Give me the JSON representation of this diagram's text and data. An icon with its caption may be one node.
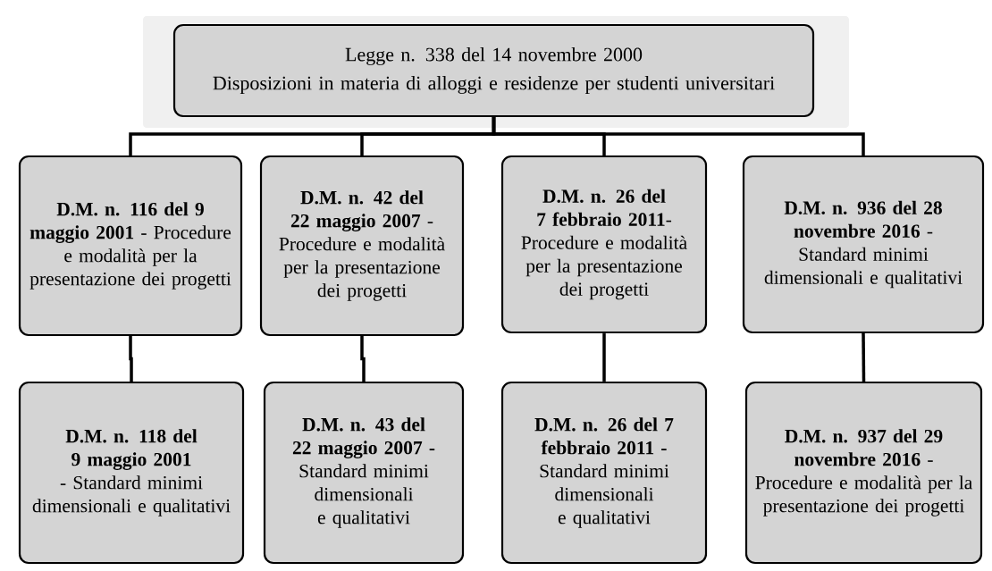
{
  "diagram": {
    "nodes": [
      {
        "text": [
          "Legge n. 338 del 14 novembre 2000",
          "Disposizioni in materia di alloggi e residenze per studenti universitari"
        ]
      },
      {
        "text": [
          "**D.M. n. 116 del 9 maggio 2001** - Procedure e modalità per la presentazione dei progetti"
        ]
      },
      {
        "text": [
          "**D.M. n. 42 del 22 maggio 2007** - Procedure e modalità per la presentazione dei progetti"
        ]
      },
      {
        "text": [
          "**D.M. n. 26 del 7 febbraio 2011**- Procedure e modalità per la presentazione dei progetti"
        ]
      },
      {
        "text": [
          "**D.M. n. 936 del 28 novembre 2016** - Standard minimi dimensionali e qualitativi"
        ]
      },
      {
        "text": [
          "**D.M. n. 118 del 9 maggio 2001** - Standard minimi dimensionali e qualitativi"
        ]
      },
      {
        "text": [
          "**D.M. n. 43 del 22 maggio 2007 -** Standard minimi dimensionali e qualitativi"
        ]
      },
      {
        "text": [
          "**D.M. n. 26 del 7 febbraio 2011 -** Standard minimi dimensionali e qualitativi"
        ]
      },
      {
        "text": [
          "**D.M. n. 937 del 29 novembre 2016** - Procedure e modalità per la presentazione dei progetti"
        ]
      }
    ],
    "edges": [
      {
        "from": 0,
        "to": 1,
        "arrow": "none"
      },
      {
        "from": 0,
        "to": 2,
        "arrow": "none"
      },
      {
        "from": 0,
        "to": 3,
        "arrow": "none"
      },
      {
        "from": 0,
        "to": 4,
        "arrow": "none"
      },
      {
        "from": 1,
        "to": 5,
        "arrow": "none"
      },
      {
        "from": 2,
        "to": 6,
        "arrow": "none"
      },
      {
        "from": 3,
        "to": 7,
        "arrow": "none"
      },
      {
        "from": 4,
        "to": 8,
        "arrow": "none"
      }
    ]
  }
}
